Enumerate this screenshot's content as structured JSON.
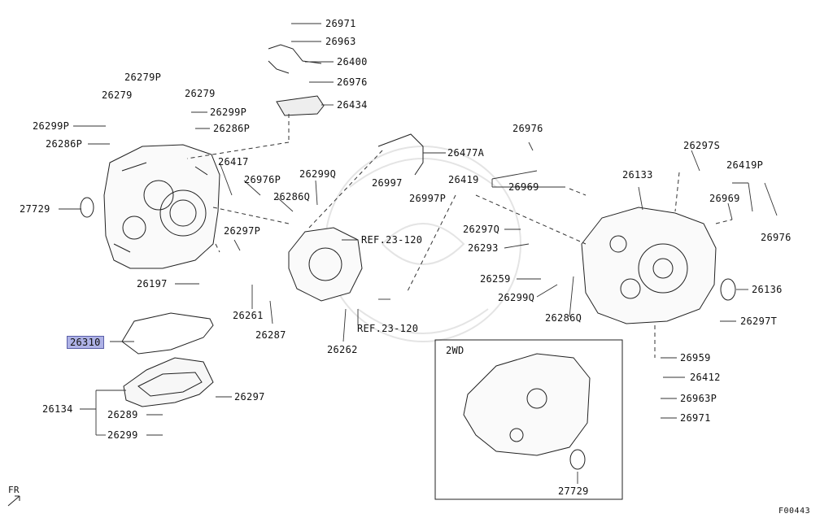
{
  "labels": {
    "p26971_top": "26971",
    "p26963": "26963",
    "p26400": "26400",
    "p26976_top": "26976",
    "p26434": "26434",
    "p26279P": "26279P",
    "p26279_a": "26279",
    "p26279_b": "26279",
    "p26299P_left": "26299P",
    "p26299P_mid": "26299P",
    "p26286P_mid": "26286P",
    "p26286P_left": "26286P",
    "p26417": "26417",
    "p26976P": "26976P",
    "p26299Q": "26299Q",
    "p26286Q_mid": "26286Q",
    "p27729_left": "27729",
    "p26297P": "26297P",
    "p26197": "26197",
    "p26261": "26261",
    "p26287": "26287",
    "p26310": "26310",
    "p26134": "26134",
    "p26289": "26289",
    "p26299": "26299",
    "p26297": "26297",
    "p26477A": "26477A",
    "p26997": "26997",
    "p26997P": "26997P",
    "p26976_right_top": "26976",
    "p26419": "26419",
    "p26969_mid": "26969",
    "p26297Q": "26297Q",
    "p26293": "26293",
    "p26259": "26259",
    "p26299Q_right": "26299Q",
    "p26286Q_right": "26286Q",
    "ref_upper": "REF.23-120",
    "ref_lower": "REF.23-120",
    "p26262": "26262",
    "p26133": "26133",
    "p26297S": "26297S",
    "p26419P": "26419P",
    "p26969_right": "26969",
    "p26976_right": "26976",
    "p26136": "26136",
    "p26297T": "26297T",
    "p26959": "26959",
    "p26412": "26412",
    "p26963P": "26963P",
    "p26971_bottom": "26971",
    "box_2wd": "2WD",
    "p27729_box": "27729",
    "fr": "FR",
    "code": "F00443"
  }
}
